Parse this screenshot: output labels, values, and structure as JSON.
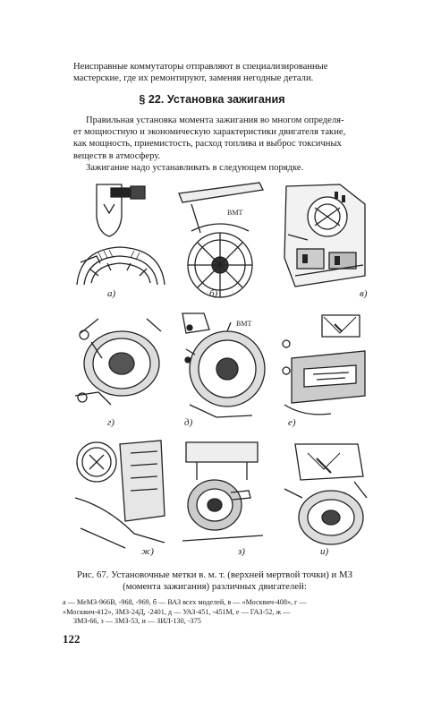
{
  "intro_lines": [
    "Неисправные   коммутаторы  отправляют  в  специализированные",
    "мастерские, где их ремонтируют, заменяя негодные детали."
  ],
  "section_heading": "§ 22. Установка зажигания",
  "body_lines": [
    "Правильная установка момента зажигания во многом определя-",
    "ет мощностную и экономическую характеристики двигателя такие,",
    "как мощность, приемистость, расход топлива и выброс токсичных",
    "веществ в атмосферу.",
    "Зажигание надо устанавливать в следующем порядке."
  ],
  "figure_labels": [
    "а)",
    "б)",
    "в)",
    "г)",
    "д)",
    "е)",
    "ж)",
    "з)",
    "и)"
  ],
  "figure_marks": {
    "b_mark": "ВМТ",
    "d_mark": "ВМТ"
  },
  "caption_lines": [
    "Рис. 67. Установочные метки в. м. т. (верхней мертвой точки) и МЗ",
    "(момента зажигания) различных двигателей:"
  ],
  "legend_lines": [
    "а — МеМЗ-966В,  -968,  -969,  б — ВАЗ всех моделей,  в — «Москвич-408»,  г —",
    "«Москвич-412»,         ЗМЗ-24Д,   -2401,   д — УАЗ-451,  -451М,   е — ГАЗ-52,  ж —",
    "ЗМЗ-66, з — ЗМЗ-53, и — ЗИЛ-130, -375"
  ],
  "page_number": "122"
}
